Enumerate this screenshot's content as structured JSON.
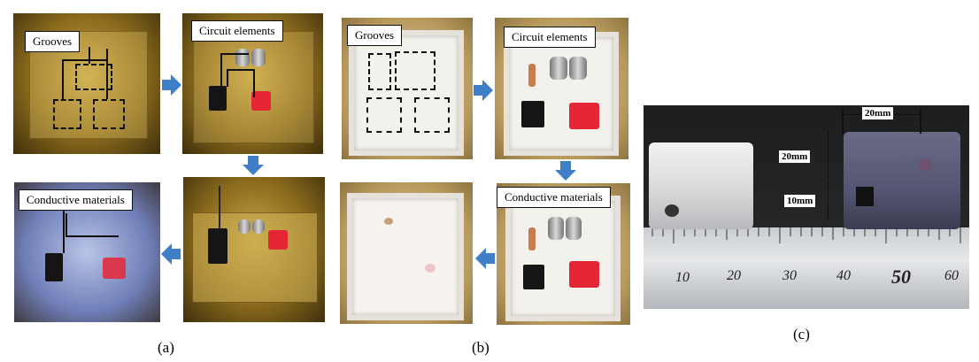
{
  "panel_a": {
    "caption": "(a)",
    "labels": {
      "grooves": "Grooves",
      "circuit_elements": "Circuit elements",
      "conductive_materials": "Conductive materials"
    }
  },
  "panel_b": {
    "caption": "(b)",
    "labels": {
      "grooves": "Grooves",
      "circuit_elements": "Circuit elements",
      "conductive_materials": "Conductive materials"
    }
  },
  "panel_c": {
    "caption": "(c)",
    "dimensions": {
      "width": "20mm",
      "height": "20mm",
      "depth": "10mm"
    },
    "ruler_ticks": [
      "10",
      "20",
      "30",
      "40",
      "50",
      "60"
    ]
  },
  "colors": {
    "arrow_blue": "#3f7fc7",
    "led_red": "#e52636"
  }
}
